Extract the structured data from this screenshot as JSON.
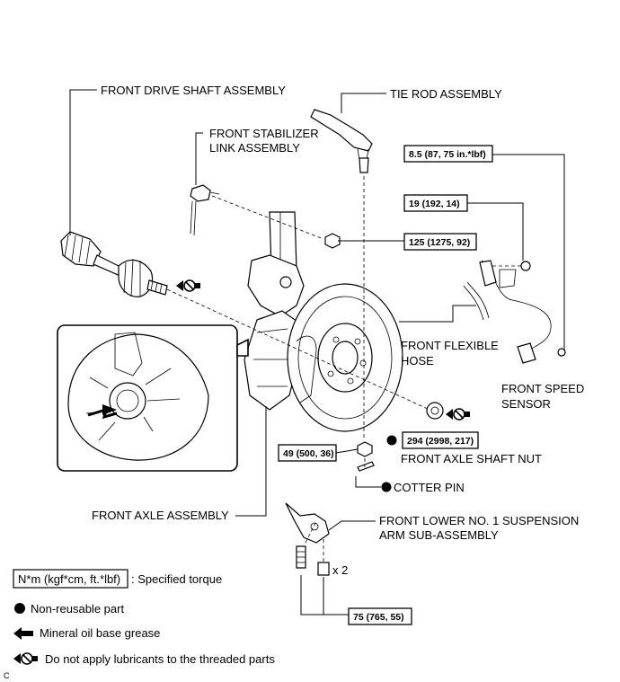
{
  "labels": {
    "front_drive_shaft": "FRONT DRIVE SHAFT ASSEMBLY",
    "tie_rod": "TIE ROD ASSEMBLY",
    "stabilizer_link_1": "FRONT STABILIZER",
    "stabilizer_link_2": "LINK ASSEMBLY",
    "flexible_hose_1": "FRONT FLEXIBLE",
    "flexible_hose_2": "HOSE",
    "speed_sensor_1": "FRONT SPEED",
    "speed_sensor_2": "SENSOR",
    "axle_shaft_nut": "FRONT AXLE SHAFT NUT",
    "cotter_pin": "COTTER PIN",
    "front_axle": "FRONT AXLE ASSEMBLY",
    "lower_arm_1": "FRONT LOWER NO. 1 SUSPENSION",
    "lower_arm_2": "ARM SUB-ASSEMBLY",
    "qty": "x 2",
    "corner": "C"
  },
  "torques": {
    "t_8_5": "8.5 (87, 75 in.*lbf)",
    "t_19": "19 (192, 14)",
    "t_125": "125 (1275, 92)",
    "t_294": "294 (2998, 217)",
    "t_49": "49 (500, 36)",
    "t_75": "75 (765, 55)"
  },
  "legend": {
    "torque_box": "N*m (kgf*cm, ft.*lbf)",
    "torque_desc": ": Specified torque",
    "non_reusable": "Non-reusable part",
    "grease": "Mineral oil base grease",
    "no_lube": "Do not apply lubricants to the threaded parts"
  }
}
